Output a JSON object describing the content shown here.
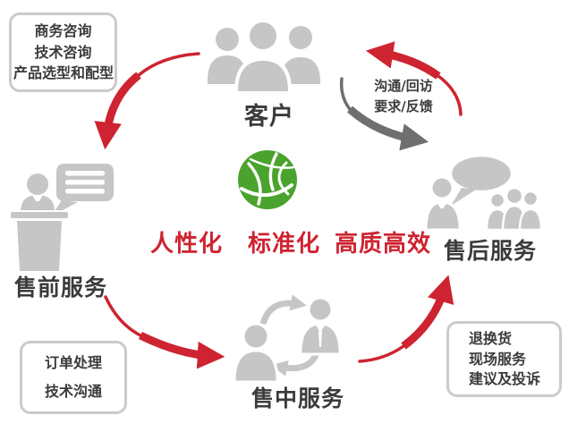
{
  "diagram": {
    "nodes": {
      "customer": {
        "label": "客户"
      },
      "presales": {
        "label": "售前服务"
      },
      "midsales": {
        "label": "售中服务"
      },
      "aftersales": {
        "label": "售后服务"
      }
    },
    "callouts": {
      "presales": {
        "lines": [
          "商务咨询",
          "技术咨询",
          "产品选型和配型"
        ]
      },
      "midsales": {
        "lines": [
          "订单处理",
          "技术沟通"
        ]
      },
      "aftersales": {
        "lines": [
          "退换货",
          "现场服务",
          "建议及投诉"
        ]
      }
    },
    "feedback": {
      "line1": "沟通/回访",
      "line2": "要求/反馈"
    },
    "slogan": {
      "part1": "人性化",
      "part2": "标准化",
      "part3": "高质高效"
    },
    "icons": {
      "customer": "people-group-icon",
      "presales": "speaker-podium-icon",
      "midsales": "people-exchange-icon",
      "aftersales": "customer-support-chat-icon",
      "center": "green-globe-logo-icon"
    },
    "colors": {
      "accent_red": "#ce2330",
      "silhouette_gray": "#c6c6c6",
      "arrow_gray": "#6f6f6f",
      "border_gray": "#cbcbcb",
      "text_dark": "#3b3b3b",
      "logo_green": "#4aa32c"
    }
  }
}
